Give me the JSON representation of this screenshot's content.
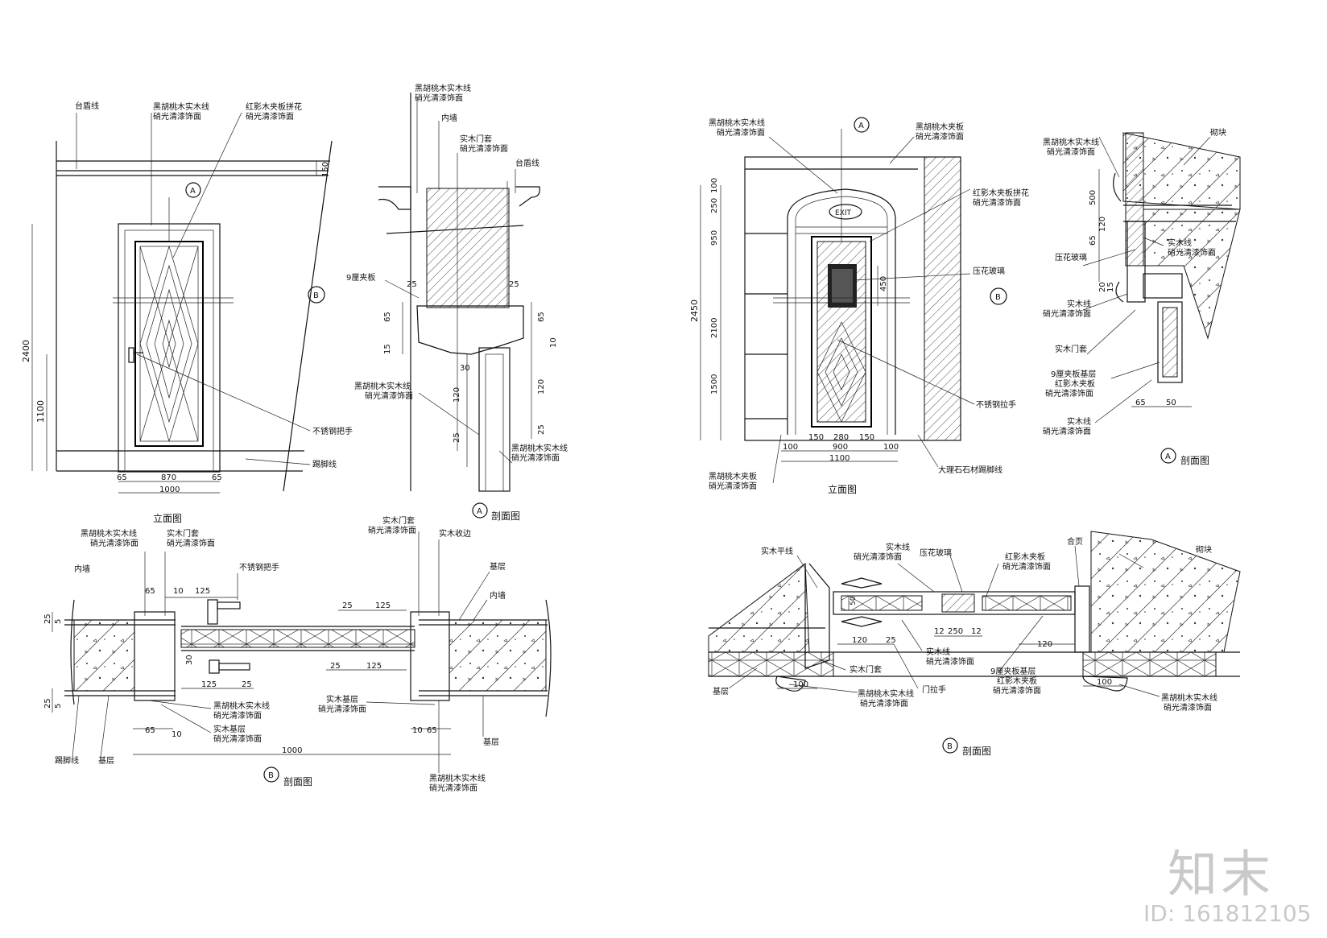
{
  "left": {
    "elevation": {
      "title": "立面图",
      "callouts": [
        "台盾线",
        "黑胡桃木实木线",
        "硝光清漆饰面",
        "红影木夹板拼花",
        "硝光清漆饰面",
        "不锈钢把手",
        "踢脚线"
      ],
      "section_marks": [
        "A",
        "B"
      ],
      "dims_v": [
        "2400",
        "1100",
        "150"
      ],
      "dims_h": [
        "65",
        "870",
        "65",
        "1000"
      ]
    },
    "sectionA": {
      "id": "A",
      "title": "剖面图",
      "callouts": [
        "黑胡桃木实木线",
        "硝光清漆饰面",
        "内墙",
        "实木门套",
        "硝光清漆饰面",
        "台盾线",
        "9厘夹板",
        "黑胡桃木实木线",
        "硝光清漆饰面",
        "黑胡桃木实木线",
        "硝光清漆饰面"
      ],
      "dims": [
        "25",
        "25",
        "65",
        "15",
        "65",
        "10",
        "30",
        "120",
        "120",
        "25",
        "25"
      ]
    },
    "sectionB": {
      "id": "B",
      "title": "剖面图",
      "callouts": [
        "黑胡桃木实木线",
        "硝光清漆饰面",
        "实木门套",
        "硝光清漆饰面",
        "内墙",
        "不锈钢把手",
        "实木门套",
        "硝光清漆饰面",
        "实木收边",
        "基层",
        "内墙",
        "黑胡桃木实木线",
        "硝光清漆饰面",
        "实木基层",
        "硝光清漆饰面",
        "实木基层",
        "硝光清漆饰面",
        "踢脚线",
        "基层",
        "基层",
        "黑胡桃木实木线",
        "硝光清漆饰面"
      ],
      "dims": [
        "65",
        "10",
        "125",
        "25",
        "5",
        "30",
        "25",
        "125",
        "25",
        "125",
        "25",
        "125",
        "25",
        "5",
        "65",
        "10",
        "10",
        "65",
        "1000"
      ]
    }
  },
  "right": {
    "elevation": {
      "title": "立面图",
      "callouts": [
        "黑胡桃木实木线",
        "硝光清漆饰面",
        "黑胡桃木夹板",
        "硝光清漆饰面",
        "红影木夹板拼花",
        "硝光清漆饰面",
        "压花玻璃",
        "不锈钢拉手",
        "黑胡桃木夹板",
        "硝光清漆饰面",
        "大理石石材踢脚线"
      ],
      "sign": "EXIT",
      "section_marks": [
        "A",
        "B"
      ],
      "dims_v": [
        "250",
        "100",
        "950",
        "2450",
        "2100",
        "1500",
        "450"
      ],
      "dims_h": [
        "100",
        "900",
        "100",
        "1100",
        "150",
        "280",
        "150"
      ]
    },
    "sectionA": {
      "id": "A",
      "title": "剖面图",
      "callouts": [
        "黑胡桃木实木线",
        "硝光清漆饰面",
        "砌块",
        "实木线",
        "硝光清漆饰面",
        "压花玻璃",
        "实木线",
        "硝光清漆饰面",
        "实木门套",
        "9厘夹板基层",
        "红影木夹板",
        "硝光清漆饰面",
        "实木线",
        "硝光清漆饰面"
      ],
      "dims": [
        "500",
        "120",
        "65",
        "20",
        "15",
        "65",
        "50"
      ]
    },
    "sectionB": {
      "id": "B",
      "title": "剖面图",
      "callouts": [
        "实木平线",
        "实木线",
        "硝光清漆饰面",
        "压花玻璃",
        "红影木夹板",
        "硝光清漆饰面",
        "合页",
        "砌块",
        "实木线",
        "硝光清漆饰面",
        "9厘夹板基层",
        "红影木夹板",
        "硝光清漆饰面",
        "实木门套",
        "门拉手",
        "黑胡桃木实木线",
        "硝光清漆饰面",
        "黑胡桃木实木线",
        "硝光清漆饰面",
        "基层"
      ],
      "dims": [
        "12",
        "250",
        "12",
        "120",
        "25",
        "120",
        "100",
        "100",
        "50"
      ]
    }
  },
  "watermark": {
    "logo": "知末",
    "id": "ID: 161812105"
  }
}
